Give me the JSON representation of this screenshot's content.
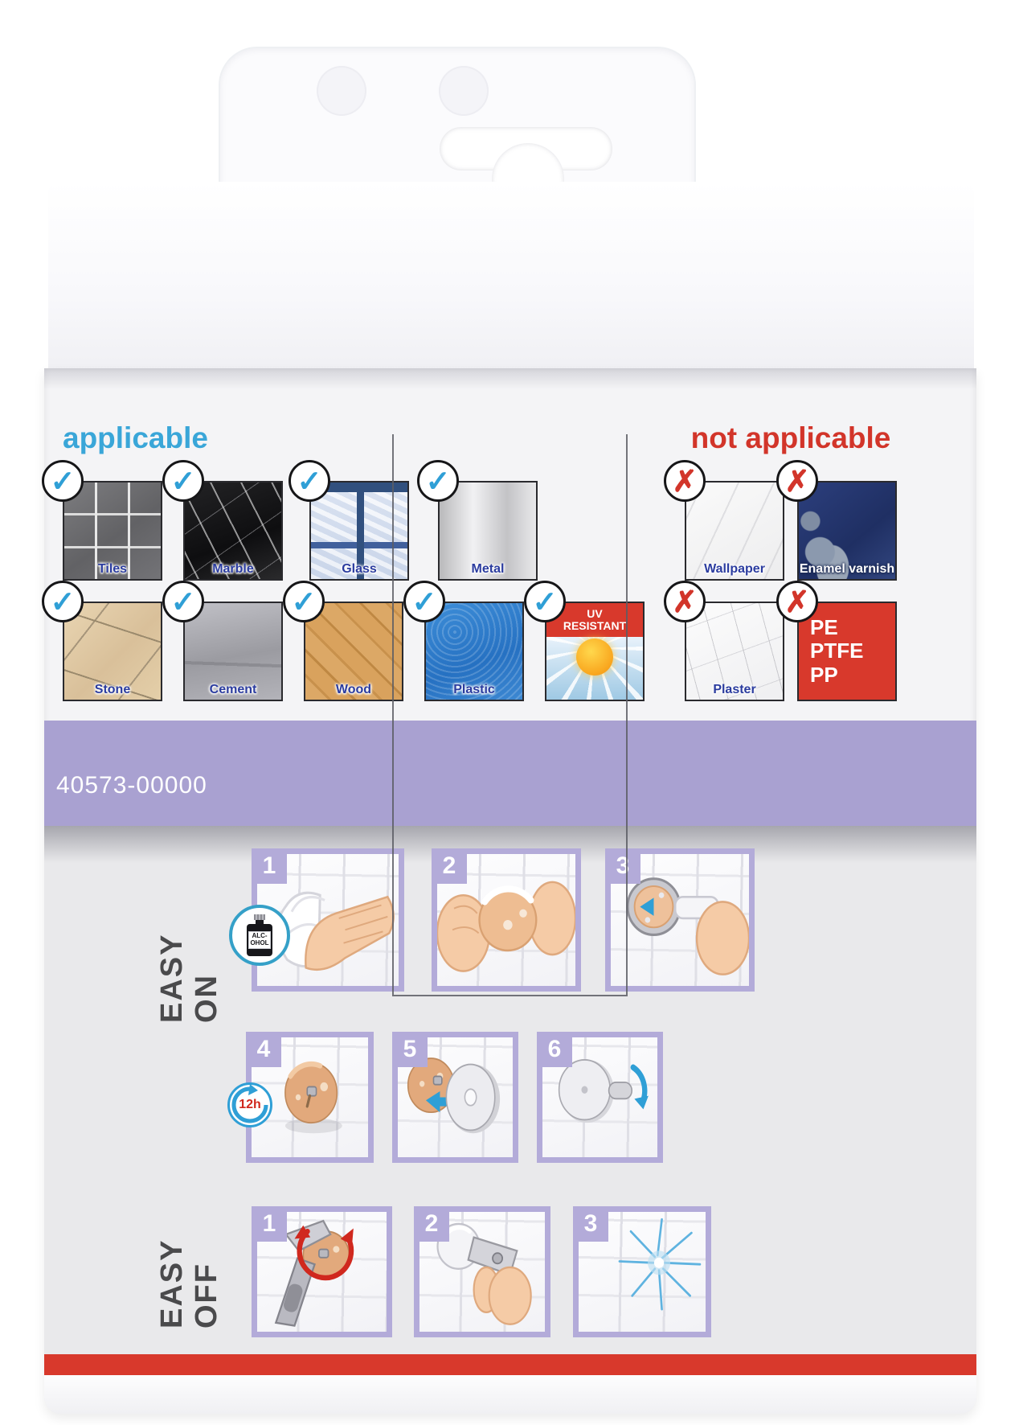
{
  "package": {
    "sku": "40573-00000",
    "applicable": {
      "title": "applicable",
      "check_glyph": "✓",
      "surfaces_row1": [
        {
          "label": "Tiles"
        },
        {
          "label": "Marble"
        },
        {
          "label": "Glass"
        },
        {
          "label": "Metal"
        }
      ],
      "surfaces_row2": [
        {
          "label": "Stone"
        },
        {
          "label": "Cement"
        },
        {
          "label": "Wood"
        },
        {
          "label": "Plastic"
        }
      ],
      "uv_badge": {
        "line1": "UV",
        "line2": "RESISTANT"
      }
    },
    "not_applicable": {
      "title": "not applicable",
      "x_glyph": "✗",
      "surfaces_row1": [
        {
          "label": "Wallpaper"
        },
        {
          "label": "Enamel varnish"
        }
      ],
      "surfaces_row2": [
        {
          "label": "Plaster"
        }
      ],
      "polymer_tile_lines": [
        "PE",
        "PTFE",
        "PP"
      ]
    },
    "easy_on": {
      "label": "EASY ON",
      "step_numbers": [
        "1",
        "2",
        "3",
        "4",
        "5",
        "6"
      ],
      "alcohol_icon_lines": [
        "ALC-",
        "OHOL"
      ],
      "wait_time": "12h"
    },
    "easy_off": {
      "label": "EASY OFF",
      "step_numbers": [
        "1",
        "2",
        "3"
      ]
    },
    "colors": {
      "applicable_blue": "#3aa6d8",
      "not_applicable_red": "#d2352a",
      "band_purple": "#a9a1d1",
      "panel_lavender": "#b3abd9",
      "footer_red": "#d8392c",
      "surface_label_blue": "#2b3c9f"
    }
  }
}
